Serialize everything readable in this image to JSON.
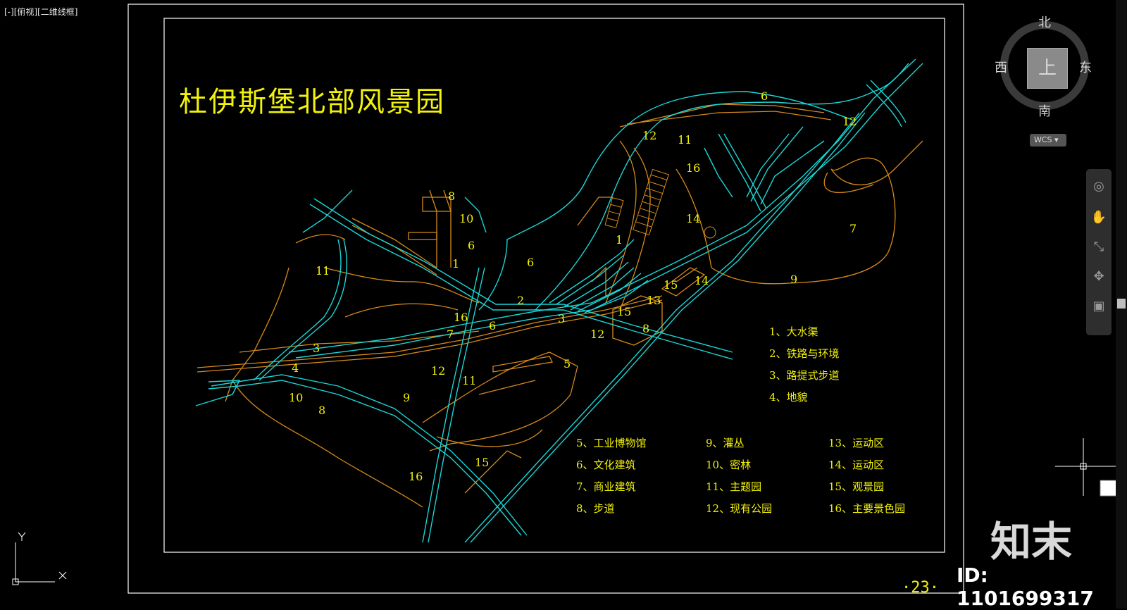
{
  "viewport": {
    "label": "[-][俯视][二维线框]"
  },
  "drawing": {
    "title": "杜伊斯堡北部风景园",
    "legend": [
      "1、大水渠",
      "2、铁路与环境",
      "3、路提式步道",
      "4、地貌",
      "5、工业博物馆",
      "6、文化建筑",
      "7、商业建筑",
      "8、步道",
      "9、灌丛",
      "10、密林",
      "11、主题园",
      "12、现有公园",
      "13、运动区",
      "14、运动区",
      "15、观景园",
      "16、主要景色园"
    ],
    "zone_labels": [
      "6",
      "12",
      "12",
      "11",
      "16",
      "14",
      "7",
      "9",
      "14",
      "15",
      "13",
      "15",
      "1",
      "8",
      "10",
      "6",
      "1",
      "6",
      "11",
      "16",
      "2",
      "6",
      "3",
      "7",
      "12",
      "8",
      "3",
      "12",
      "5",
      "4",
      "11",
      "10",
      "8",
      "9",
      "15",
      "16"
    ],
    "page_number": "·23·"
  },
  "viewcube": {
    "north": "北",
    "south": "南",
    "west": "西",
    "east": "东",
    "face": "上"
  },
  "wcs": {
    "label": "WCS ▾"
  },
  "ucs": {
    "x": "X",
    "y": "Y"
  },
  "watermark": {
    "logo": "知末",
    "id": "ID: 1101699317"
  },
  "colors": {
    "background": "#000000",
    "cyan": "#1ad6d6",
    "orange": "#d68a1a",
    "yellow": "#f2f20a",
    "frame": "#ffffff"
  },
  "icons": {
    "navbar": [
      "steering-wheel-icon",
      "pan-icon",
      "zoom-icon",
      "orbit-icon",
      "showmotion-icon"
    ]
  }
}
